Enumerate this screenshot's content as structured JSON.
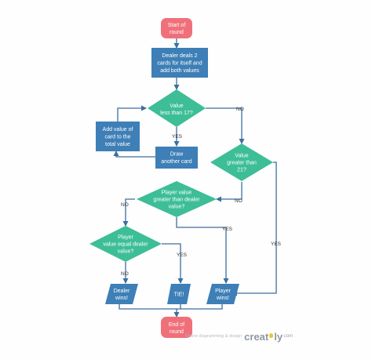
{
  "nodes": {
    "start": {
      "lines": [
        "Start of",
        "round"
      ]
    },
    "deal": {
      "lines": [
        "Dealer deals 2",
        "cards for itself and",
        "add both values"
      ]
    },
    "less17": {
      "lines": [
        "Value",
        "less than  17?"
      ]
    },
    "add_value": {
      "lines": [
        "Add value of",
        "card to the",
        "total value"
      ]
    },
    "draw": {
      "lines": [
        "Draw",
        "another card"
      ]
    },
    "greater21": {
      "lines": [
        "Value",
        "greater  than",
        "21?"
      ]
    },
    "player_gt": {
      "lines": [
        "Player value",
        "greater than  dealer",
        "value?"
      ]
    },
    "player_eq": {
      "lines": [
        "Player",
        "value equal  dealer",
        "value?"
      ]
    },
    "dealer_wins": {
      "lines": [
        "Dealer",
        "wins!"
      ]
    },
    "tie": {
      "lines": [
        "TIE!"
      ]
    },
    "player_wins": {
      "lines": [
        "Player",
        "wins!"
      ]
    },
    "end": {
      "lines": [
        "End of",
        "round"
      ]
    }
  },
  "edge_labels": {
    "less17_no": "NO",
    "less17_yes": "YES",
    "greater21_no": "NO",
    "greater21_yes": "YES",
    "player_gt_no": "NO",
    "player_gt_yes": "YES",
    "player_eq_no": "NO",
    "player_eq_yes": "YES"
  },
  "watermark": {
    "tagline": "Online diagramming & design",
    "brand_prefix": "creat",
    "brand_suffix": "ly",
    "domain": ".com"
  },
  "colors": {
    "terminal_fill": "#f0707a",
    "process_fill": "#3d7fb6",
    "decision_fill": "#3dbe96",
    "connector": "#3d6f9e",
    "label_text": "#333333",
    "node_text": "#ffffff"
  }
}
